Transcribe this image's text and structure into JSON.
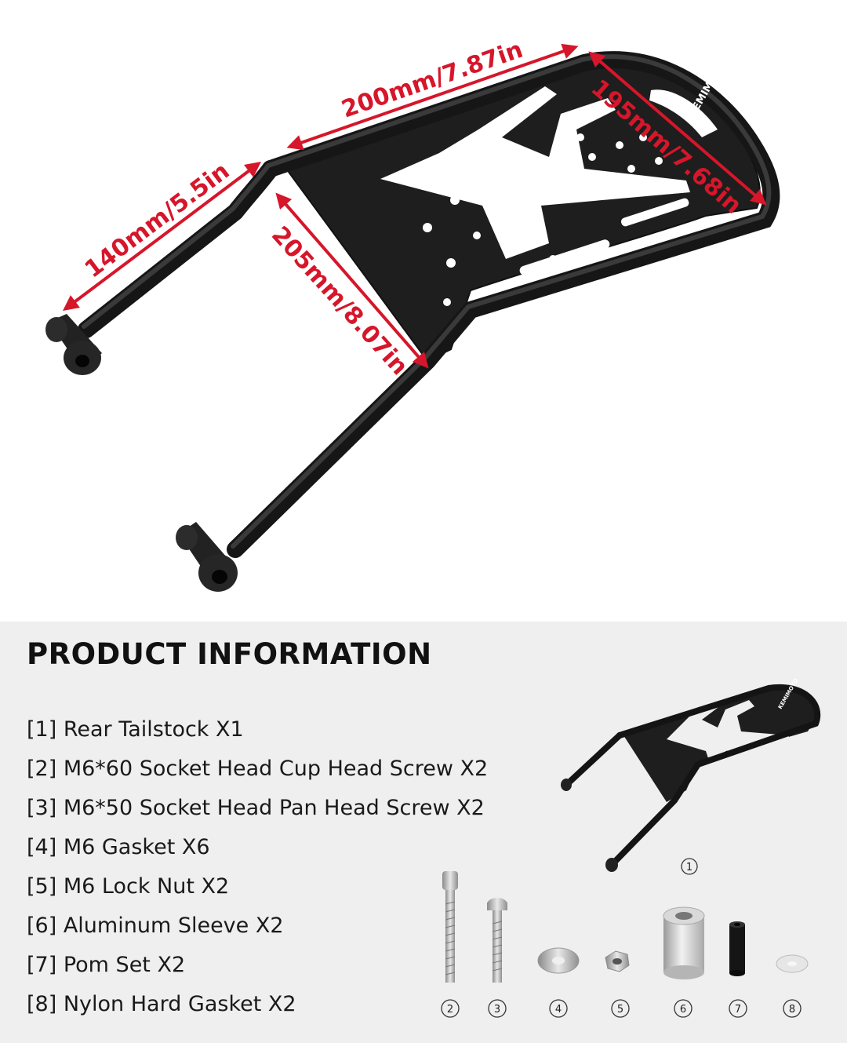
{
  "dimensions": {
    "d1": "200mm/7.87in",
    "d2": "195mm/7.68in",
    "d3": "140mm/5.5in",
    "d4": "205mm/8.07in"
  },
  "brand_logo": "KEMIMOTO",
  "colors": {
    "accent": "#d6162a",
    "metal": "#1b1b1b",
    "panel": "#efefef"
  },
  "product_info": {
    "title": "PRODUCT INFORMATION",
    "items": [
      "[1] Rear Tailstock X1",
      "[2] M6*60 Socket Head Cup Head Screw X2",
      "[3] M6*50 Socket Head Pan Head Screw X2",
      "[4] M6 Gasket X6",
      "[5] M6 Lock Nut X2",
      "[6] Aluminum Sleeve X2",
      "[7] Pom Set X2",
      "[8] Nylon Hard Gasket X2"
    ]
  },
  "callouts": [
    "1",
    "2",
    "3",
    "4",
    "5",
    "6",
    "7",
    "8"
  ]
}
